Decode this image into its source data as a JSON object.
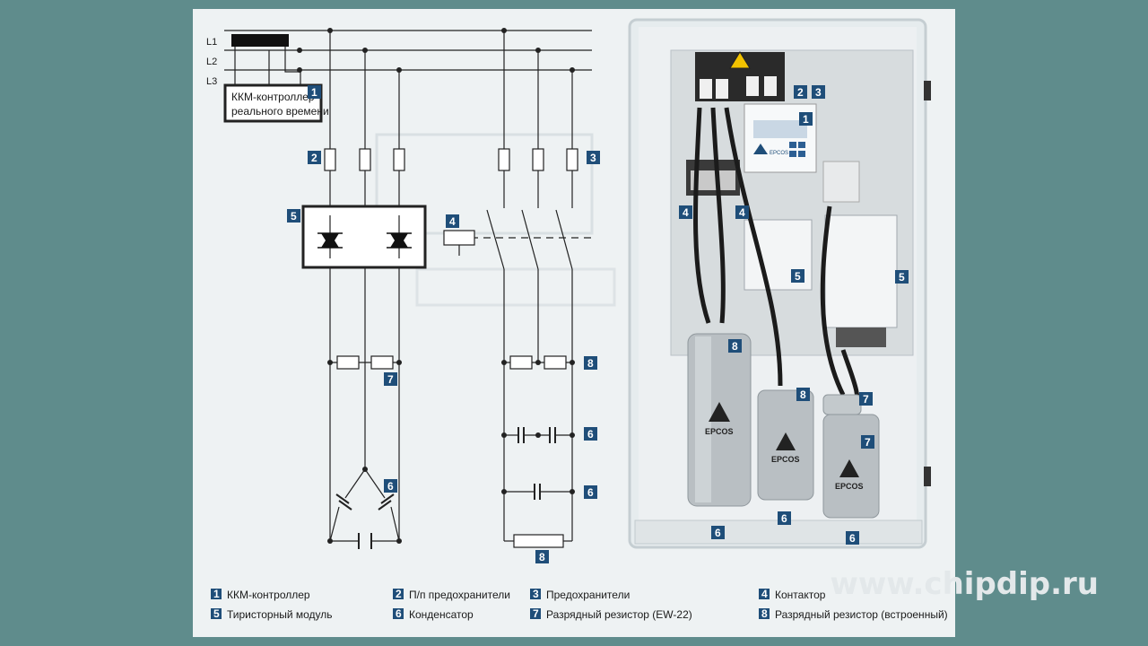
{
  "lines": {
    "l1": "L1",
    "l2": "L2",
    "l3": "L3"
  },
  "controller": {
    "line1": "ККМ-контроллер",
    "line2": "реального времени",
    "badge": "1"
  },
  "badges": {
    "fuse_ss": "2",
    "fuse": "3",
    "contactor": "4",
    "thyristor": "5",
    "res_left": "7",
    "res_right": "8",
    "cap_left": "6",
    "cap_mid1": "6",
    "cap_mid2": "6",
    "res_bottom": "8"
  },
  "photo_badges": {
    "b1": "1",
    "b2": "2",
    "b3": "3",
    "b4a": "4",
    "b4b": "4",
    "b5a": "5",
    "b5b": "5",
    "b8a": "8",
    "b8b": "8",
    "b7a": "7",
    "b7b": "7",
    "b6a": "6",
    "b6b": "6",
    "b6c": "6"
  },
  "photo_text": {
    "brand1": "EPCOS",
    "brand2": "EPCOS",
    "brand3": "EPCOS",
    "ctrl_brand": "EPCOS"
  },
  "legend": [
    {
      "num": "1",
      "label": "ККМ-контроллер"
    },
    {
      "num": "5",
      "label": "Тиристорный модуль"
    },
    {
      "num": "2",
      "label": "П/п предохранители"
    },
    {
      "num": "6",
      "label": "Конденсатор"
    },
    {
      "num": "3",
      "label": "Предохранители"
    },
    {
      "num": "7",
      "label": "Разрядный резистор (EW-22)"
    },
    {
      "num": "4",
      "label": "Контактор"
    },
    {
      "num": "8",
      "label": "Разрядный резистор (встроенный)"
    }
  ],
  "watermark": "www.chipdip.ru",
  "colors": {
    "badge": "#1f4e79",
    "background": "#5f8c8c",
    "panel": "#eef2f3"
  }
}
